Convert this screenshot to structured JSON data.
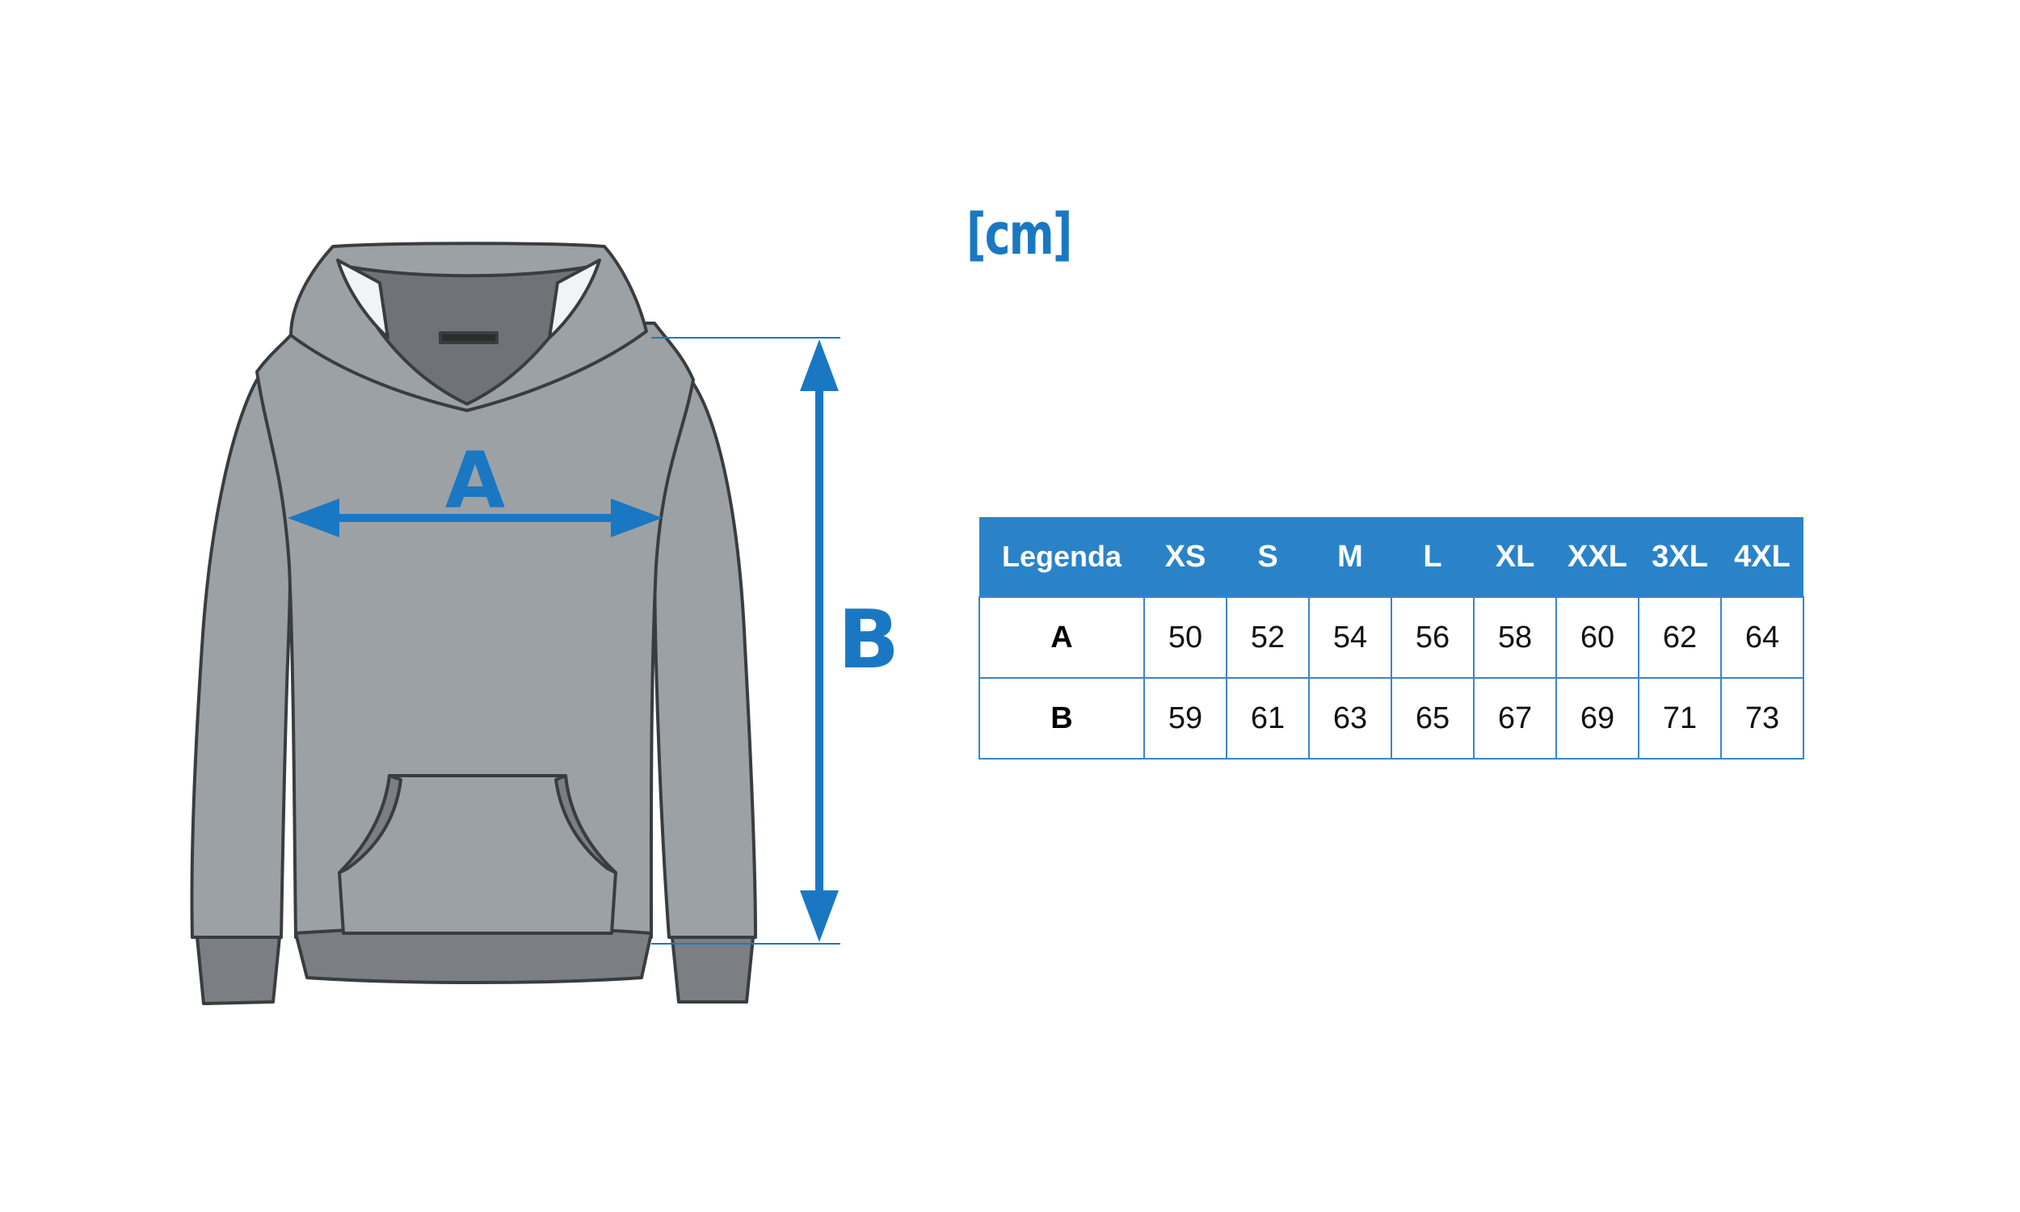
{
  "unit_label": "[cm]",
  "figure": {
    "label_width": "A",
    "label_length": "B",
    "accent_color": "#1a78c2",
    "body_color": "#9ca1a6",
    "rib_color": "#7b7f83",
    "outline_color": "#3a3d40"
  },
  "table": {
    "header_label": "Legenda",
    "sizes": [
      "XS",
      "S",
      "M",
      "L",
      "XL",
      "XXL",
      "3XL",
      "4XL"
    ],
    "rows": [
      {
        "label": "A",
        "values": [
          "50",
          "52",
          "54",
          "56",
          "58",
          "60",
          "62",
          "64"
        ]
      },
      {
        "label": "B",
        "values": [
          "59",
          "61",
          "63",
          "65",
          "67",
          "69",
          "71",
          "73"
        ]
      }
    ],
    "header_color": "#2a83c9",
    "border_color": "#3a86c8"
  }
}
